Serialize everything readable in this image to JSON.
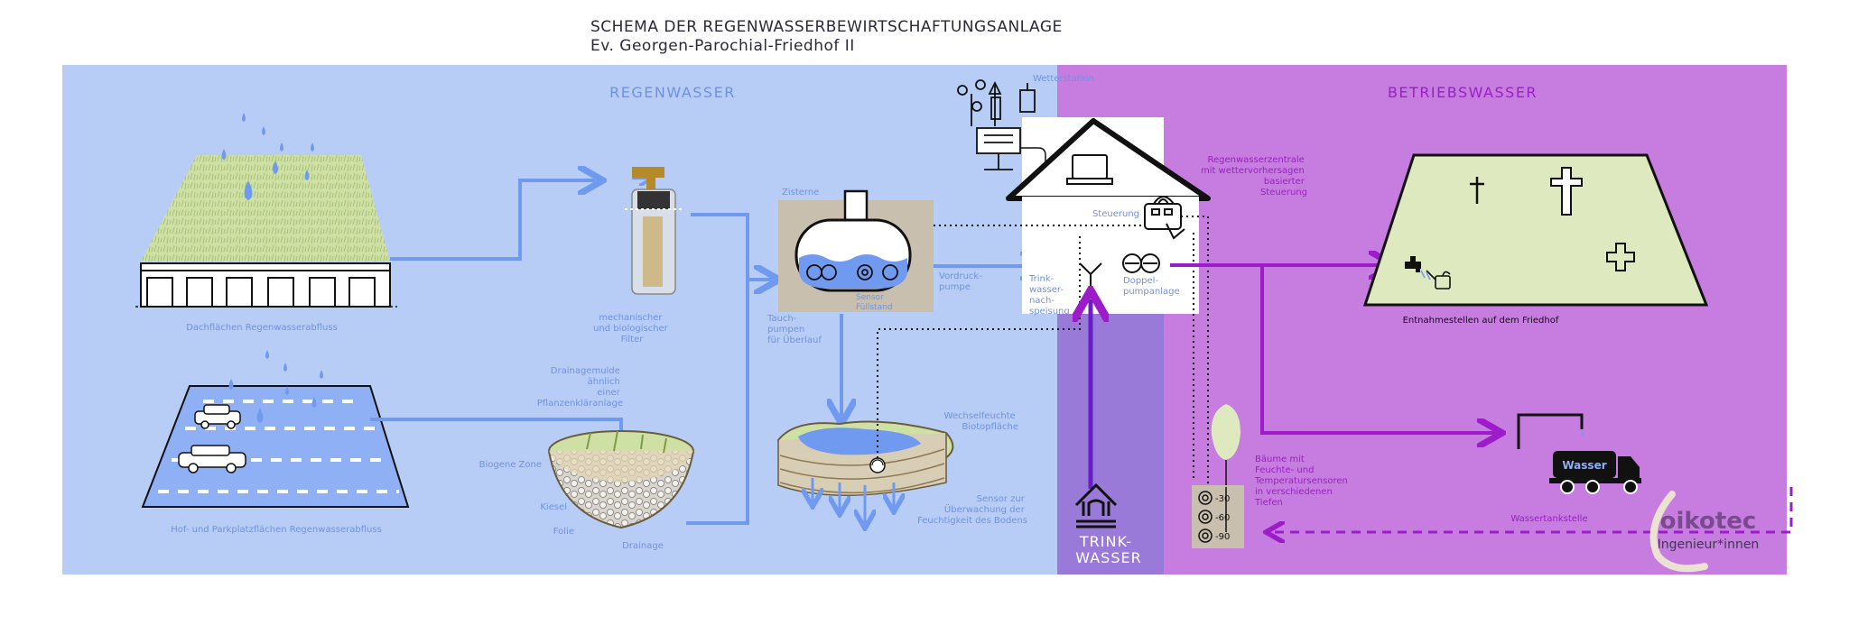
{
  "header": {
    "title": "SCHEMA DER REGENWASSERBEWIRTSCHAFTUNGSANLAGE",
    "subtitle": "Ev. Georgen-Parochial-Friedhof II"
  },
  "sections": {
    "rain": "REGENWASSER",
    "service": "BETRIEBSWASSER",
    "drinking_1": "TRINK-",
    "drinking_2": "WASSER"
  },
  "labels": {
    "roof": "Dachflächen Regenwasserabfluss",
    "parking": "Hof- und Parkplatzflächen Regenwasserabfluss",
    "filter": [
      "mechanischer",
      "und biologischer",
      "Filter"
    ],
    "drain_basin": [
      "Drainagemulde",
      "ähnlich",
      "einer",
      "Pflanzenkläranlage"
    ],
    "biogenic_zone": "Biogene Zone",
    "gravel": "Kiesel",
    "foil": "Folie",
    "drainage": "Drainage",
    "cistern": "Zisterne",
    "sub_pumps": [
      "Tauch-",
      "pumpen",
      "für Überlauf"
    ],
    "sensor_fill": [
      "Sensor",
      "Füllstand"
    ],
    "pre_pump": [
      "Vordruck-",
      "pumpe"
    ],
    "biotope": [
      "Wechselfeuchte",
      "Biotopfläche"
    ],
    "soil_sensor": [
      "Sensor zur",
      "Überwachung der",
      "Feuchtigkeit des Bodens"
    ],
    "weather_station": "Wetterstation",
    "control": "Steuerung",
    "central": [
      "Regenwasserzentrale",
      "mit wettervorhersagen",
      "basierter",
      "Steuerung"
    ],
    "refill": [
      "Trink-",
      "wasser-",
      "nach-",
      "speisung"
    ],
    "double_pump": [
      "Doppel-",
      "pumpanlage"
    ],
    "outlets": "Entnahmestellen auf dem Friedhof",
    "trees": [
      "Bäume mit",
      "Feuchte- und",
      "Temperatursensoren",
      "in verschiedenen",
      "Tiefen"
    ],
    "depth_1": "-30",
    "depth_2": "-60",
    "depth_3": "-90",
    "tank_station": "Wassertankstelle",
    "truck": "Wasser"
  },
  "logo": {
    "name": "oikotec",
    "sub": "Ingenieur*innen"
  },
  "colors": {
    "rain_bg": "#b7cdf6",
    "service_bg": "#c77ce0",
    "drinking_bg": "#9a7ad8",
    "flow_blue": "#6f9af0",
    "flow_purple": "#9b1cc8",
    "label_blue": "#6f92e3",
    "label_purple": "#9a1fc4"
  },
  "icons": [
    "raindrop-icon",
    "car-icon",
    "cross-icon",
    "tap-icon",
    "watering-can-icon",
    "truck-icon",
    "house-icon",
    "laptop-icon",
    "weather-station-icon",
    "pump-icon",
    "tree-icon",
    "water-supply-icon"
  ]
}
